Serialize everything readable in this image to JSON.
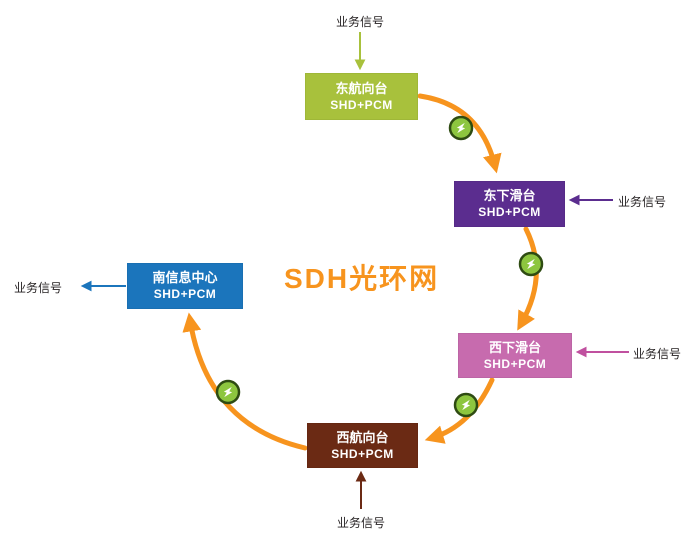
{
  "title": {
    "text": "SDH光环网",
    "color": "#F7941E"
  },
  "signal_label": "业务信号",
  "colors": {
    "ring": "#F7941E",
    "repeater_fill": "#8DC63F",
    "repeater_border": "#2E4B12",
    "signal_text": "#231F20"
  },
  "icons": {
    "repeater": "lightning-bolt-icon"
  },
  "nodes": [
    {
      "name": "东航向台",
      "line2": "SHD+PCM",
      "color": "#A8C13C",
      "position": "top"
    },
    {
      "name": "东下滑台",
      "line2": "SHD+PCM",
      "color": "#5B2D8F",
      "position": "upper-right"
    },
    {
      "name": "西下滑台",
      "line2": "SHD+PCM",
      "color": "#C76BAE",
      "position": "lower-right"
    },
    {
      "name": "西航向台",
      "line2": "SHD+PCM",
      "color": "#6B2A14",
      "position": "bottom"
    },
    {
      "name": "南信息中心",
      "line2": "SHD+PCM",
      "color": "#1B75BC",
      "position": "left"
    }
  ]
}
